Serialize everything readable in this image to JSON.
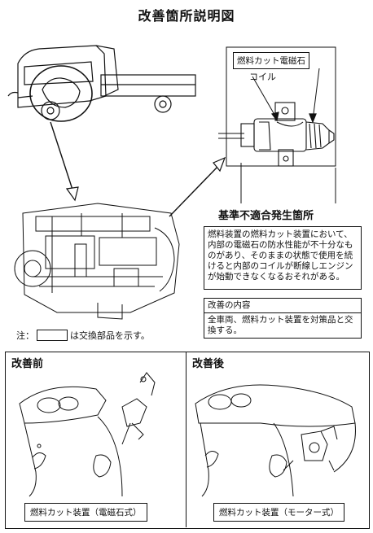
{
  "title": "改善箇所説明図",
  "callouts": {
    "solenoid_label": "燃料カット電磁石",
    "coil_label": "コイル",
    "defect_location": "基準不適合発生箇所"
  },
  "defect_description": "燃料装置の燃料カット装置において、内部の電磁石の防水性能が不十分なものがあり、そのままの状態で使用を続けると内部のコイルが断線しエンジンが始動できなくなるおそれがある。",
  "improvement": {
    "heading": "改善の内容",
    "body": "全車両、燃料カット装置を対策品と交換する。"
  },
  "note": {
    "prefix": "注：",
    "suffix": "は交換部品を示す。"
  },
  "panels": {
    "before": {
      "heading": "改善前",
      "caption": "燃料カット装置（電磁石式）"
    },
    "after": {
      "heading": "改善後",
      "caption": "燃料カット装置（モーター式）"
    }
  }
}
